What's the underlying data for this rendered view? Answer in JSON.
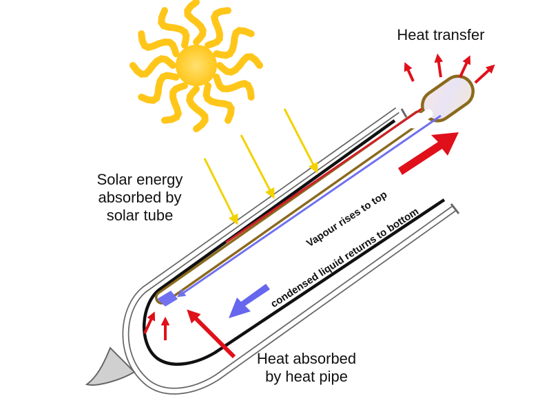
{
  "labels": {
    "solar_energy": [
      "Solar energy",
      "absorbed by",
      "solar tube"
    ],
    "heat_transfer": "Heat transfer",
    "heat_absorbed": [
      "Heat absorbed",
      "by heat pipe"
    ],
    "vapour": "Vapour rises to top",
    "condensed": "condensed liquid returns to bottom"
  },
  "colors": {
    "sun": "#FFC61A",
    "sun_core": "#FFD84A",
    "ray": "#F2D200",
    "pipe": "#8B6A1E",
    "glass": "#555555",
    "absorber": "#111111",
    "vapour_line": "#D21E2A",
    "liquid_line": "#7070F0",
    "heat_arrow": "#E0101A",
    "liquid_arrow": "#6666EE"
  }
}
